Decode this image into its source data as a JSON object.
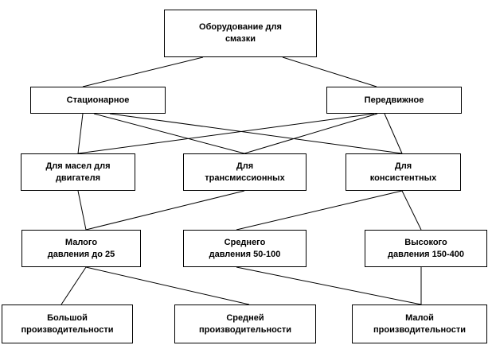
{
  "diagram": {
    "nodes": {
      "root": {
        "lines": [
          "Оборудование для",
          "смазки"
        ]
      },
      "stationary": {
        "lines": [
          "Стационарное"
        ]
      },
      "mobile": {
        "lines": [
          "Передвижное"
        ]
      },
      "engine_oils": {
        "lines": [
          "Для масел для",
          "двигателя"
        ]
      },
      "transmission": {
        "lines": [
          "Для",
          "трансмиссионных"
        ]
      },
      "consistent": {
        "lines": [
          "Для",
          "консистентных"
        ]
      },
      "low_pressure": {
        "lines": [
          "Малого",
          "давления до 25"
        ]
      },
      "medium_pressure": {
        "lines": [
          "Среднего",
          "давления 50-100"
        ]
      },
      "high_pressure": {
        "lines": [
          "Высокого",
          "давления 150-400"
        ]
      },
      "high_capacity": {
        "lines": [
          "Большой",
          "производительности"
        ]
      },
      "medium_capacity": {
        "lines": [
          "Средней",
          "производительности"
        ]
      },
      "low_capacity": {
        "lines": [
          "Малой",
          "производительности"
        ]
      }
    }
  }
}
